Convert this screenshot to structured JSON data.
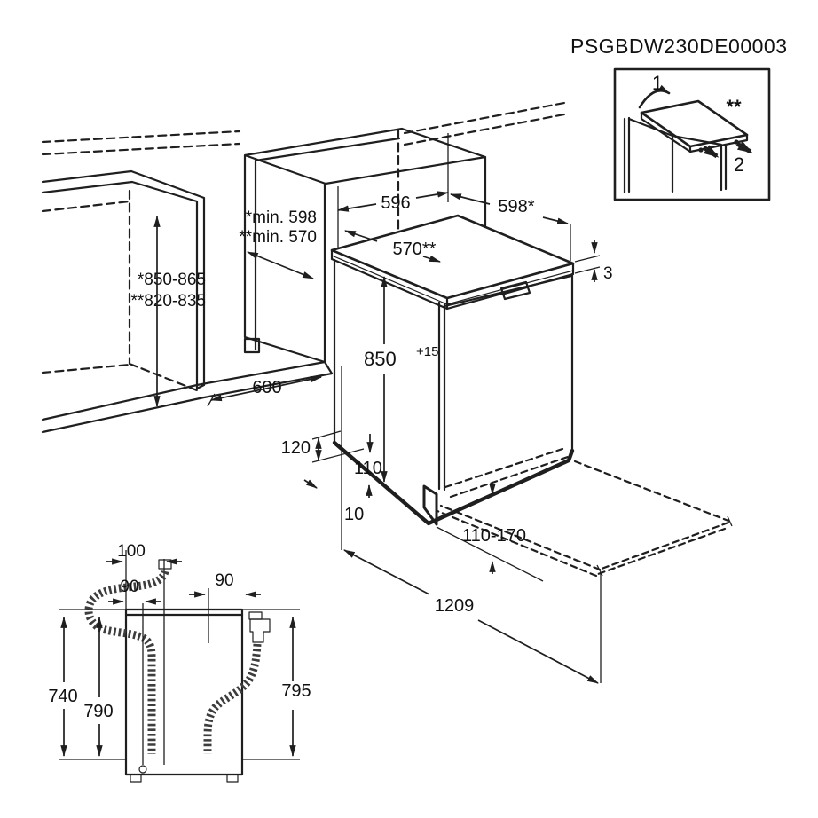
{
  "title": "PSGBDW230DE00003",
  "inset": {
    "step_1": "1",
    "step_2": "2",
    "stars": "**"
  },
  "main": {
    "width_top": "596",
    "depth_top": "598*",
    "depth_top_alt": "570**",
    "niche_depth_min_1": "*min. 598",
    "niche_depth_min_2": "**min. 570",
    "niche_height_1": "*850-865",
    "niche_height_2": "**820-835",
    "cabinet_depth": "600",
    "height": "850",
    "height_tol": "+15",
    "worktop_gap": "3",
    "plinth_recess": "120",
    "plinth_height": "110",
    "rear_gap": "10",
    "feet_adjust": "110-170",
    "door_open_depth": "1209"
  },
  "rear": {
    "drain_offset": "100",
    "cord_offset": "90",
    "inlet_offset": "90",
    "drain_height": "740",
    "cord_height": "790",
    "inlet_height": "795"
  },
  "colors": {
    "line": "#1f1f1f",
    "worktop": "#d3d3d3"
  }
}
